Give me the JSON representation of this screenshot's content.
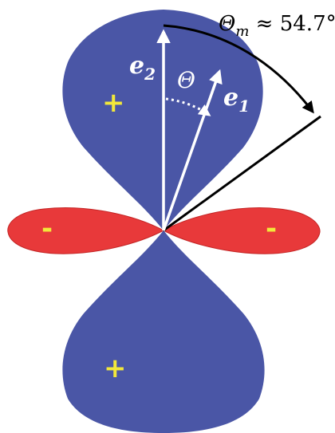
{
  "labels": {
    "e2_base": "e",
    "e2_sub": "2",
    "e1_base": "e",
    "e1_sub": "1",
    "theta": "Θ",
    "magic_theta": "Θ",
    "magic_sub": "m",
    "magic_rest": " ≈ 54.7°",
    "plus_top": "+",
    "plus_bottom": "+",
    "minus_left": "-",
    "minus_right": "-"
  },
  "colors": {
    "positive_lobe": "#4a56a6",
    "negative_lobe": "#e8393a",
    "sign_text": "#f2e83a",
    "vector": "#ffffff",
    "outline": "#000000"
  },
  "angles": {
    "magic_angle_deg": 54.7
  }
}
